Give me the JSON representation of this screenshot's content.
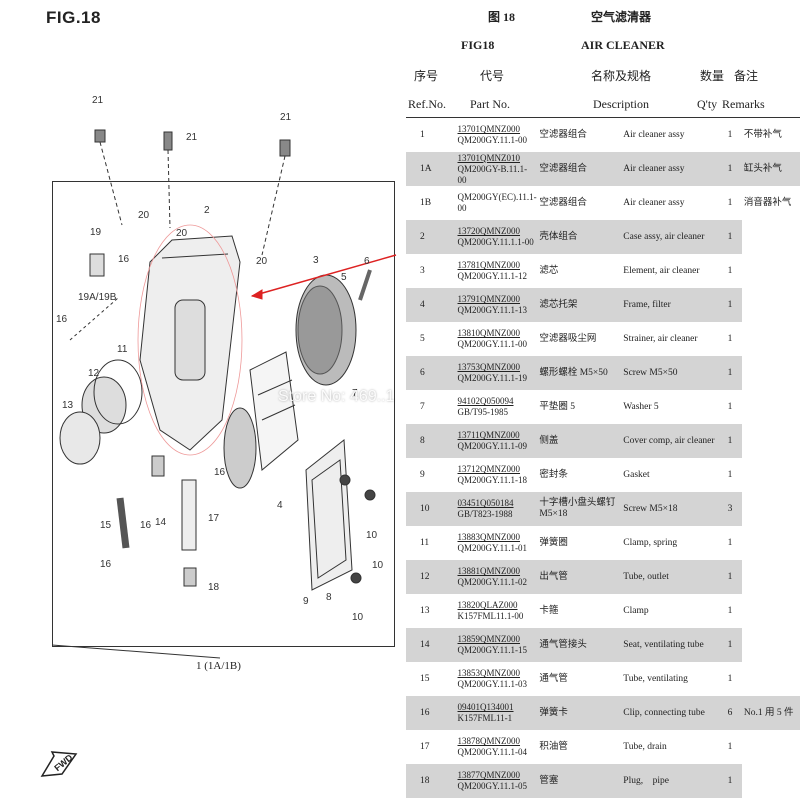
{
  "figure_label": "FIG.18",
  "header": {
    "fig_cn": "图 18",
    "title_cn": "空气滤清器",
    "fig_en": "FIG18",
    "title_en": "AIR CLEANER",
    "col_ref_cn": "序号",
    "col_part_cn": "代号",
    "col_desc_cn": "名称及规格",
    "col_qty_cn": "数量",
    "col_rem_cn": "备注",
    "col_ref_en": "Ref.No.",
    "col_part_en": "Part No.",
    "col_desc_en": "Description",
    "col_qty_en": "Q'ty",
    "col_rem_en": "Remarks"
  },
  "diagram": {
    "assembly_label": "1 (1A/1B)",
    "callouts": [
      "21",
      "21",
      "21",
      "2",
      "20",
      "20",
      "20",
      "19",
      "16",
      "19A/19B",
      "3",
      "6",
      "5",
      "16",
      "11",
      "12",
      "13",
      "7",
      "4",
      "10",
      "16",
      "14",
      "17",
      "15",
      "16",
      "16",
      "18",
      "9",
      "8",
      "10",
      "10"
    ],
    "fwd_label": "FWD",
    "watermark": "Store No: 469..1"
  },
  "parts": [
    {
      "ref": "1",
      "part1": "13701QMNZ000",
      "part2": "QM200GY.11.1-00",
      "cn": "空滤器组合",
      "en": "Air cleaner assy",
      "qty": "1",
      "remarks": "不带补气",
      "shaded": false
    },
    {
      "ref": "1A",
      "part1": "13701QMNZ010",
      "part2": "QM200GY-B.11.1-00",
      "cn": "空滤器组合",
      "en": "Air cleaner assy",
      "qty": "1",
      "remarks": "缸头补气",
      "shaded": true
    },
    {
      "ref": "1B",
      "part1": "",
      "part2": "QM200GY(EC).11.1-00",
      "cn": "空滤器组合",
      "en": "Air cleaner assy",
      "qty": "1",
      "remarks": "消音器补气",
      "shaded": false
    },
    {
      "ref": "2",
      "part1": "13720QMNZ000",
      "part2": "QM200GY.11.1.1-00",
      "cn": "壳体组合",
      "en": "Case assy, air cleaner",
      "qty": "1",
      "remarks": "",
      "shaded": true
    },
    {
      "ref": "3",
      "part1": "13781QMNZ000",
      "part2": "QM200GY.11.1-12",
      "cn": "滤芯",
      "en": "Element, air cleaner",
      "qty": "1",
      "remarks": "",
      "shaded": false
    },
    {
      "ref": "4",
      "part1": "13791QMNZ000",
      "part2": "QM200GY.11.1-13",
      "cn": "滤芯托架",
      "en": "Frame, filter",
      "qty": "1",
      "remarks": "",
      "shaded": true
    },
    {
      "ref": "5",
      "part1": "13810QMNZ000",
      "part2": "QM200GY.11.1-00",
      "cn": "空滤器吸尘网",
      "en": "Strainer, air cleaner",
      "qty": "1",
      "remarks": "",
      "shaded": false
    },
    {
      "ref": "6",
      "part1": "13753QMNZ000",
      "part2": "QM200GY.11.1-19",
      "cn": "螺形螺栓 M5×50",
      "en": "Screw M5×50",
      "qty": "1",
      "remarks": "",
      "shaded": true
    },
    {
      "ref": "7",
      "part1": "94102Q050094",
      "part2": "GB/T95-1985",
      "cn": "平垫圈 5",
      "en": "Washer 5",
      "qty": "1",
      "remarks": "",
      "shaded": false
    },
    {
      "ref": "8",
      "part1": "13711QMNZ000",
      "part2": "QM200GY.11.1-09",
      "cn": "侧盖",
      "en": "Cover comp, air cleaner",
      "qty": "1",
      "remarks": "",
      "shaded": true
    },
    {
      "ref": "9",
      "part1": "13712QMNZ000",
      "part2": "QM200GY.11.1-18",
      "cn": "密封条",
      "en": "Gasket",
      "qty": "1",
      "remarks": "",
      "shaded": false
    },
    {
      "ref": "10",
      "part1": "03451Q050184",
      "part2": "GB/T823-1988",
      "cn": "十字槽小盘头螺钉 M5×18",
      "en": "Screw M5×18",
      "qty": "3",
      "remarks": "",
      "shaded": true
    },
    {
      "ref": "11",
      "part1": "13883QMNZ000",
      "part2": "QM200GY.11.1-01",
      "cn": "弹簧圈",
      "en": "Clamp, spring",
      "qty": "1",
      "remarks": "",
      "shaded": false
    },
    {
      "ref": "12",
      "part1": "13881QMNZ000",
      "part2": "QM200GY.11.1-02",
      "cn": "出气管",
      "en": "Tube, outlet",
      "qty": "1",
      "remarks": "",
      "shaded": true
    },
    {
      "ref": "13",
      "part1": "13820QLAZ000",
      "part2": "K157FML11.1-00",
      "cn": "卡箍",
      "en": "Clamp",
      "qty": "1",
      "remarks": "",
      "shaded": false
    },
    {
      "ref": "14",
      "part1": "13859QMNZ000",
      "part2": "QM200GY.11.1-15",
      "cn": "通气管接头",
      "en": "Seat, ventilating tube",
      "qty": "1",
      "remarks": "",
      "shaded": true
    },
    {
      "ref": "15",
      "part1": "13853QMNZ000",
      "part2": "QM200GY.11.1-03",
      "cn": "通气管",
      "en": "Tube, ventilating",
      "qty": "1",
      "remarks": "",
      "shaded": false
    },
    {
      "ref": "16",
      "part1": "09401Q134001",
      "part2": "K157FML11-1",
      "cn": "弹簧卡",
      "en": "Clip, connecting tube",
      "qty": "6",
      "remarks": "No.1 用 5 件",
      "shaded": true
    },
    {
      "ref": "17",
      "part1": "13878QMNZ000",
      "part2": "QM200GY.11.1-04",
      "cn": "积油管",
      "en": "Tube, drain",
      "qty": "1",
      "remarks": "",
      "shaded": false
    },
    {
      "ref": "18",
      "part1": "13877QMNZ000",
      "part2": "QM200GY.11.1-05",
      "cn": "管塞",
      "en": "Plug,　pipe",
      "qty": "1",
      "remarks": "",
      "shaded": true
    }
  ]
}
